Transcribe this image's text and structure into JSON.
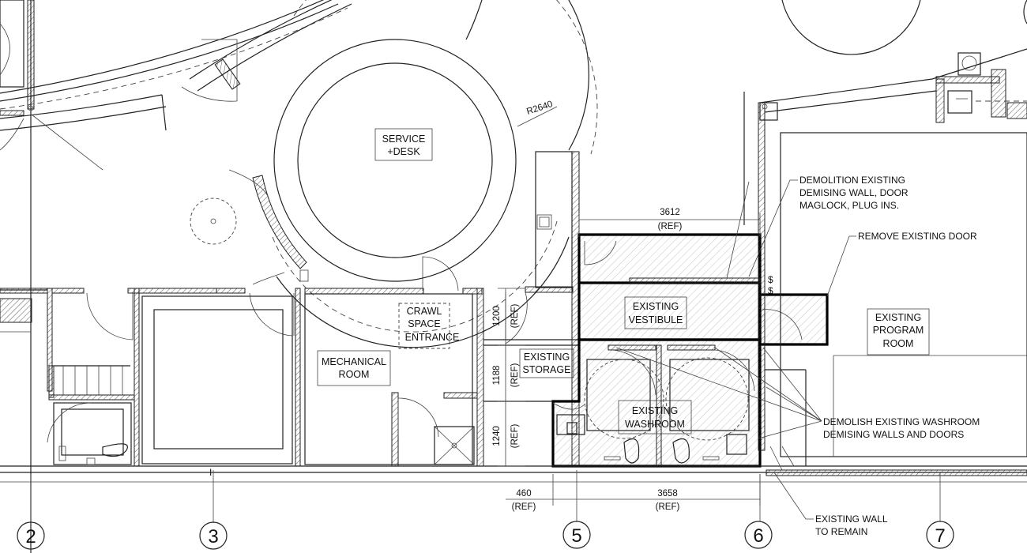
{
  "rooms": {
    "service_desk": [
      "SERVICE",
      "+DESK"
    ],
    "crawl_space": [
      "CRAWL",
      "SPACE",
      "ENTRANCE"
    ],
    "mechanical": [
      "MECHANICAL",
      "ROOM"
    ],
    "storage": [
      "EXISTING",
      "STORAGE"
    ],
    "vestibule": [
      "EXISTING",
      "VESTIBULE"
    ],
    "washroom": [
      "EXISTING",
      "WASHROOM"
    ],
    "program_room": [
      "EXISTING",
      "PROGRAM",
      "ROOM"
    ]
  },
  "dimensions": {
    "radius": "R2640",
    "top": {
      "value": "3612",
      "ref": "(REF)"
    },
    "bottom_right": {
      "value": "3658",
      "ref": "(REF)"
    },
    "bottom_left": {
      "value": "460",
      "ref": "(REF)"
    },
    "vertical": [
      {
        "value": "1200",
        "ref": "(REF)"
      },
      {
        "value": "1188",
        "ref": "(REF)"
      },
      {
        "value": "1240",
        "ref": "(REF)"
      }
    ]
  },
  "notes": {
    "demolition_wall": [
      "DEMOLITION EXISTING",
      "DEMISING WALL, DOOR",
      "MAGLOCK, PLUG INS."
    ],
    "remove_door": "REMOVE EXISTING DOOR",
    "demolish_washroom": [
      "DEMOLISH EXISTING WASHROOM",
      "DEMISING WALLS AND DOORS"
    ],
    "existing_wall": [
      "EXISTING WALL",
      "TO REMAIN"
    ]
  },
  "grid_lines": [
    "2",
    "3",
    "5",
    "6",
    "7"
  ]
}
